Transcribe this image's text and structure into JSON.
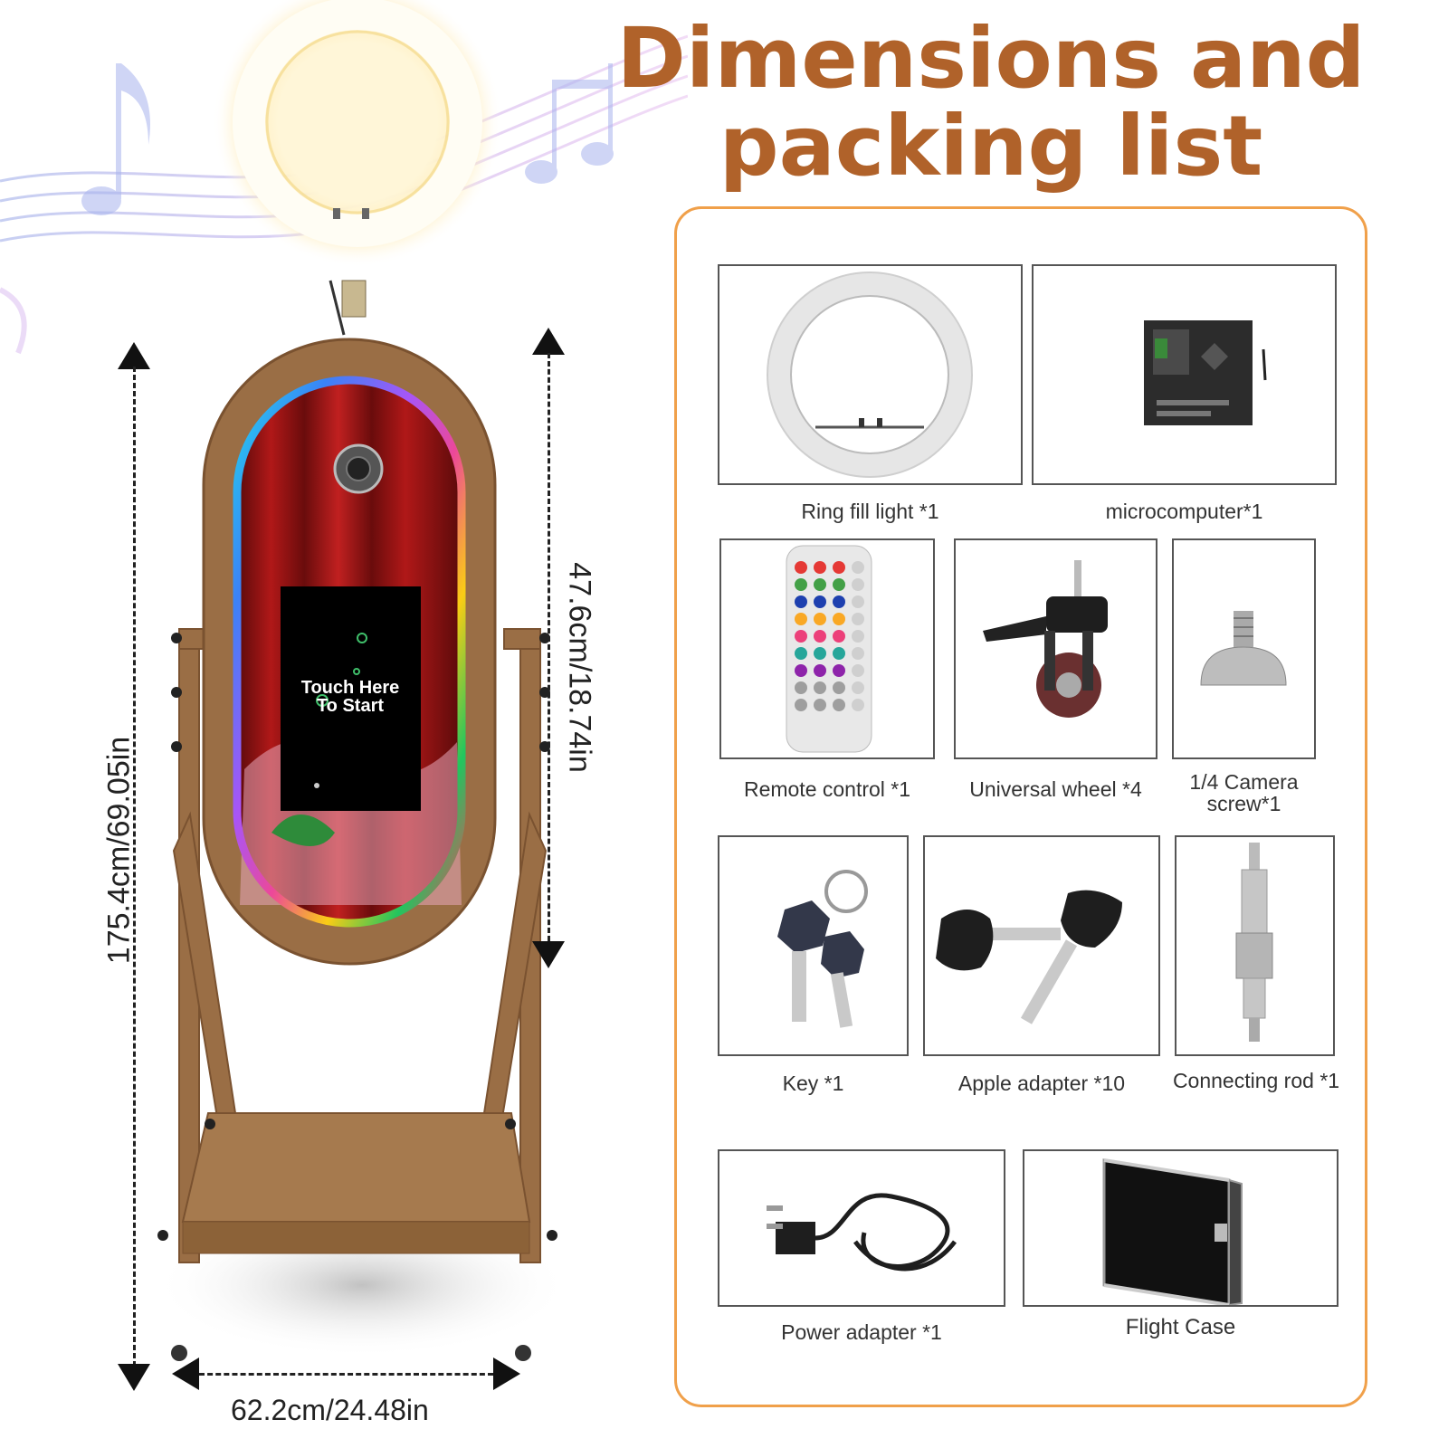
{
  "title": {
    "line1": "Dimensions and",
    "line2": "packing list"
  },
  "booth": {
    "screen_text_line1": "Touch Here",
    "screen_text_line2": "To Start"
  },
  "dimensions": {
    "height": "175.4cm/69.05in",
    "mirror_height": "47.6cm/18.74in",
    "width": "62.2cm/24.48in"
  },
  "packing_list": {
    "ring_light": "Ring fill light *1",
    "microcomputer": "microcomputer*1",
    "remote": "Remote control *1",
    "wheel": "Universal wheel *4",
    "camera_screw_l1": "1/4 Camera",
    "camera_screw_l2": "screw*1",
    "key": "Key *1",
    "apple_adapter": "Apple adapter *10",
    "connecting_rod": "Connecting rod *1",
    "power_adapter": "Power adapter *1",
    "flight_case": "Flight Case"
  },
  "colors": {
    "title": "#b0622a",
    "panel_border": "#f0a04a",
    "wood": "#9a6e45"
  }
}
